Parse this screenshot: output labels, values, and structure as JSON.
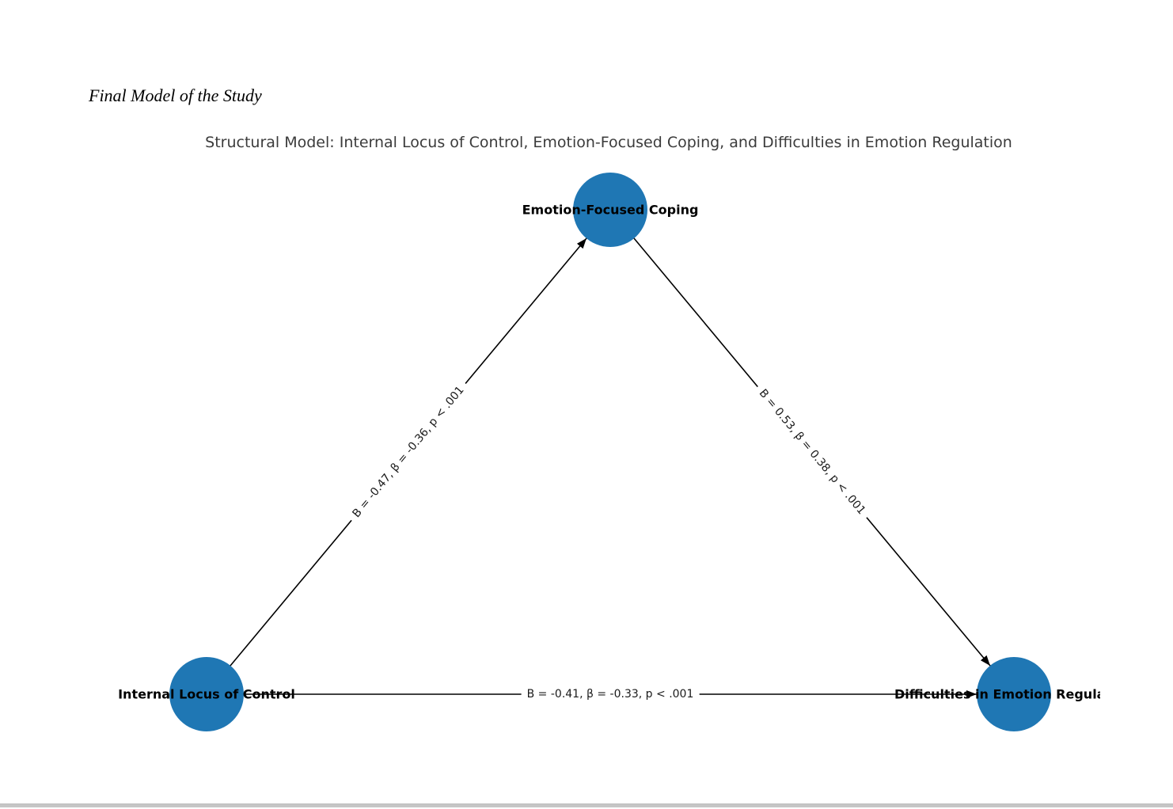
{
  "document": {
    "heading": "Final Model of the Study"
  },
  "figure": {
    "title": "Structural Model: Internal Locus of Control, Emotion-Focused Coping, and Difficulties in Emotion Regulation",
    "node_color": "#1f77b4",
    "title_color": "#3b3b3b",
    "nodes": [
      {
        "id": "internal-locus-of-control",
        "label": "Internal Locus of Control"
      },
      {
        "id": "emotion-focused-coping",
        "label": "Emotion-Focused Coping"
      },
      {
        "id": "difficulties-in-emotion-regulation",
        "label": "Difficulties in Emotion Regulation"
      }
    ],
    "edges": [
      {
        "from": "internal-locus-of-control",
        "to": "emotion-focused-coping",
        "label": "B = -0.47, β = -0.36, p < .001"
      },
      {
        "from": "emotion-focused-coping",
        "to": "difficulties-in-emotion-regulation",
        "label": "B = 0.53, β = 0.38, p < .001"
      },
      {
        "from": "internal-locus-of-control",
        "to": "difficulties-in-emotion-regulation",
        "label": "B = -0.41, β = -0.33, p < .001"
      }
    ]
  }
}
